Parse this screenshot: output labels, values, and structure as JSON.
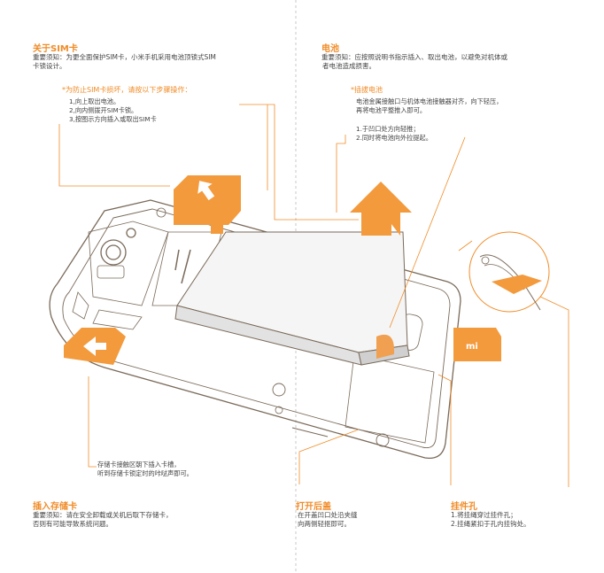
{
  "sim": {
    "title": "关于SIM卡",
    "desc_1": "重要须知：为更全面保护SIM卡，小米手机采用电池顶锁式SIM",
    "desc_2": "卡锁设计。",
    "warning": "*为防止SIM卡损坏，请按以下步骤操作：",
    "steps": [
      "1,向上取出电池。",
      "2,向内侧拨开SIM卡锁。",
      "3,按图示方向插入或取出SIM卡"
    ]
  },
  "battery": {
    "title": "电池",
    "desc_1": "重要须知：应按照说明书指示插入、取出电池，以避免对机体或",
    "desc_2": "者电池造成损害。",
    "insert_title": "*插拔电池",
    "insert_1": "电池金属接触口与机体电池接触器对齐，向下轻压，",
    "insert_2": "再将电池平整推入即可。",
    "steps": [
      "1.于凹口处方向轻推；",
      "2.同时将电池向外拉提起。"
    ]
  },
  "memory_note": {
    "line_1": "存储卡接触区朝下插入卡槽，",
    "line_2": "听到存储卡锁定时的咔哒声即可。"
  },
  "memory": {
    "title": "插入存储卡",
    "desc_1": "重要须知：请在安全卸载或关机后取下存储卡，",
    "desc_2": "否则有可能导致系统问题。"
  },
  "back_cover": {
    "title": "打开后盖",
    "desc_1": "在开盖凹口处沿夹缝",
    "desc_2": "向两侧轻抠即可。"
  },
  "lanyard": {
    "title": "挂件孔",
    "steps": [
      "1.将挂绳穿过挂件孔；",
      "2.挂绳紧扣于孔内挂钩处。"
    ]
  },
  "card_logo": "mi",
  "colors": {
    "accent": "#f08c28",
    "line": "#7a6a5a"
  }
}
